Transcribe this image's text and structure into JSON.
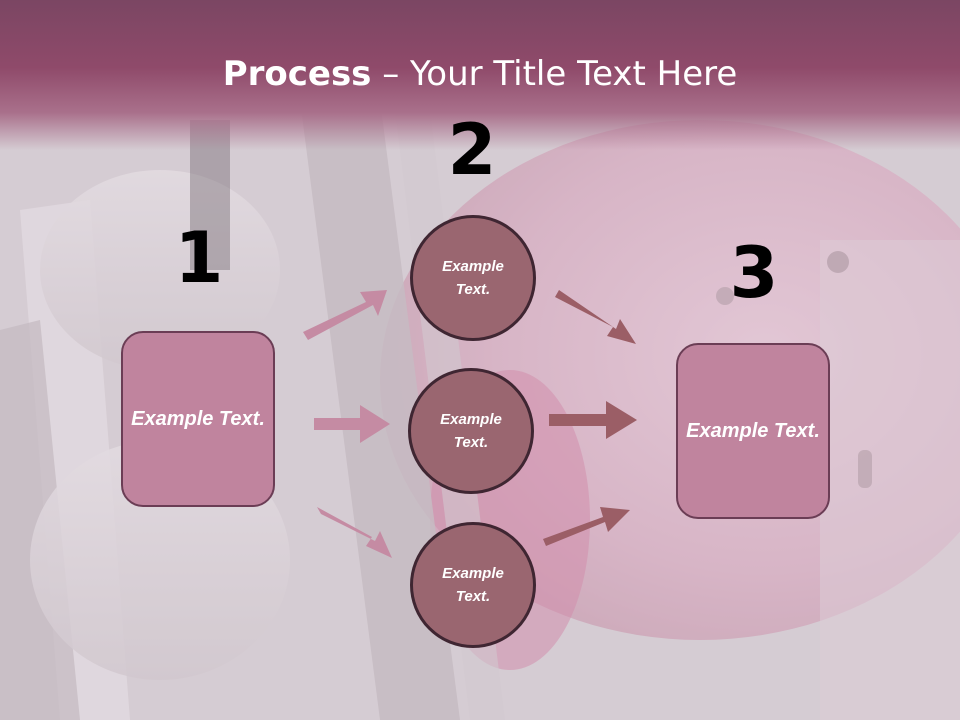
{
  "title": {
    "bold": "Process",
    "rest": " – Your Title Text Here"
  },
  "steps": {
    "one": "1",
    "two": "2",
    "three": "3"
  },
  "left_box": {
    "text": "Example Text."
  },
  "circles": [
    {
      "text": "Example Text."
    },
    {
      "text": "Example Text."
    },
    {
      "text": "Example Text."
    }
  ],
  "right_box": {
    "text": "Example Text."
  },
  "colors": {
    "title_band": "#8f4a6a",
    "box_fill": "#c0849e",
    "circle_fill": "#9a6670",
    "arrow_left": "#c58ba3",
    "arrow_right": "#9b5e66"
  }
}
